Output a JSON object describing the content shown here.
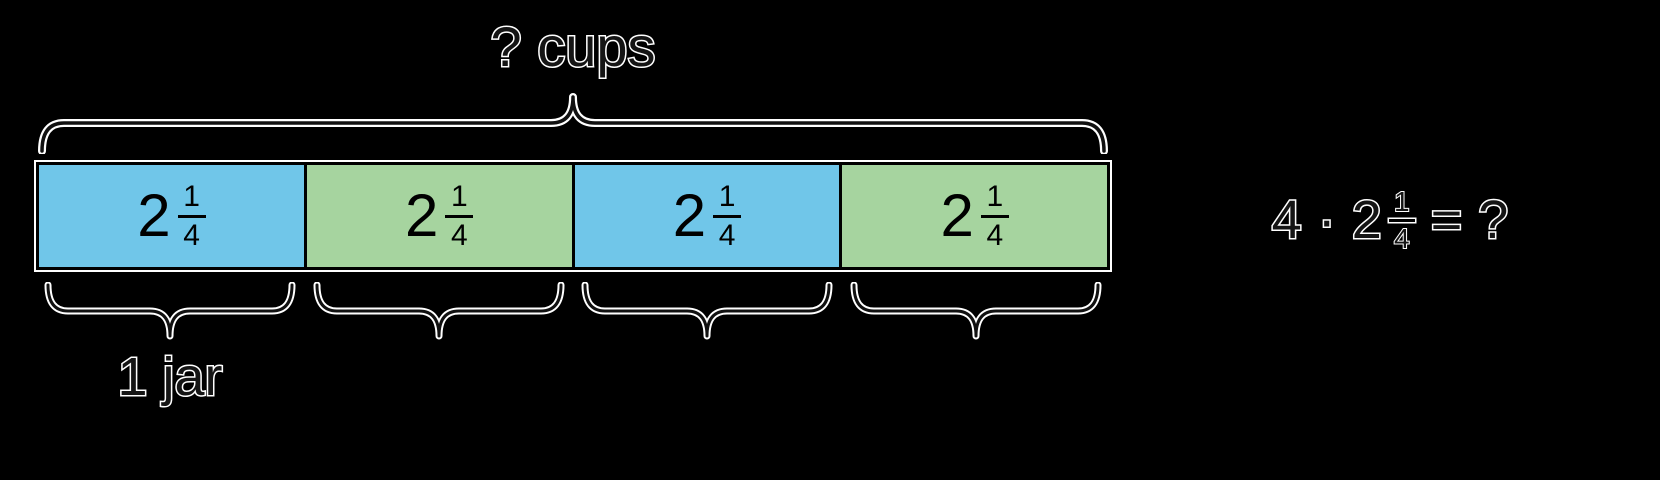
{
  "diagram": {
    "top_label": "? cups",
    "bottom_label": "1 jar",
    "box_values": [
      {
        "whole": "2",
        "numerator": "1",
        "denominator": "4"
      },
      {
        "whole": "2",
        "numerator": "1",
        "denominator": "4"
      },
      {
        "whole": "2",
        "numerator": "1",
        "denominator": "4"
      },
      {
        "whole": "2",
        "numerator": "1",
        "denominator": "4"
      }
    ],
    "colors": {
      "blue": "#70C6E9",
      "green": "#A6D49F",
      "stroke": "#000000",
      "background": "#000000"
    }
  },
  "equation": {
    "multiplier": "4",
    "times_symbol": "·",
    "whole": "2",
    "numerator": "1",
    "denominator": "4",
    "equals": "=",
    "result": "?"
  }
}
